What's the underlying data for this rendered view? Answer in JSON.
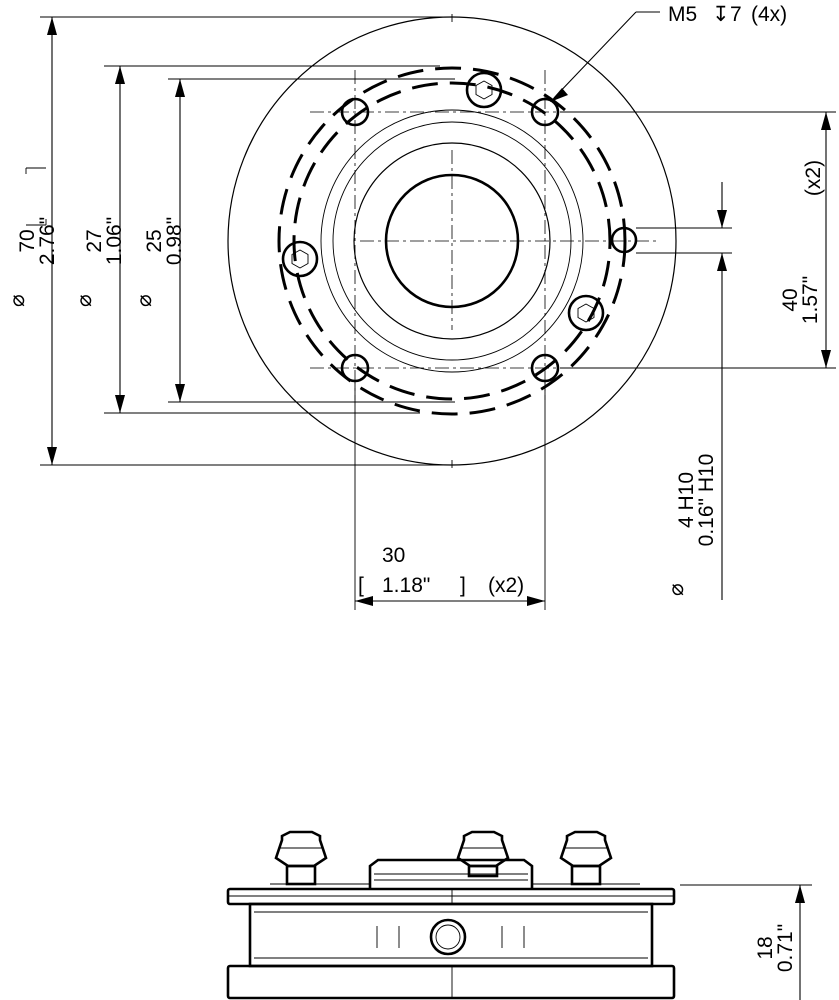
{
  "drawing": {
    "callout": {
      "thread": "M5",
      "depth": "7",
      "count": "(4x)"
    },
    "dimensions": {
      "dia70": {
        "symbol": "⌀",
        "mm": "70",
        "inch": "2.76\""
      },
      "dia27": {
        "symbol": "⌀",
        "mm": "27",
        "inch": "1.06\""
      },
      "dia25": {
        "symbol": "⌀",
        "mm": "25",
        "inch": "0.98\""
      },
      "pitch40": {
        "mm": "40",
        "inch": "1.57\"",
        "count": "(x2)"
      },
      "pitch30": {
        "mm": "30",
        "inch": "1.18\"",
        "count": "(x2)"
      },
      "pin4": {
        "symbol": "⌀",
        "mm": "4 H10",
        "inch": "0.16\" H10"
      },
      "height18": {
        "mm": "18",
        "inch": "0.71\""
      }
    },
    "bracket_open": "[",
    "bracket_close": "]"
  }
}
